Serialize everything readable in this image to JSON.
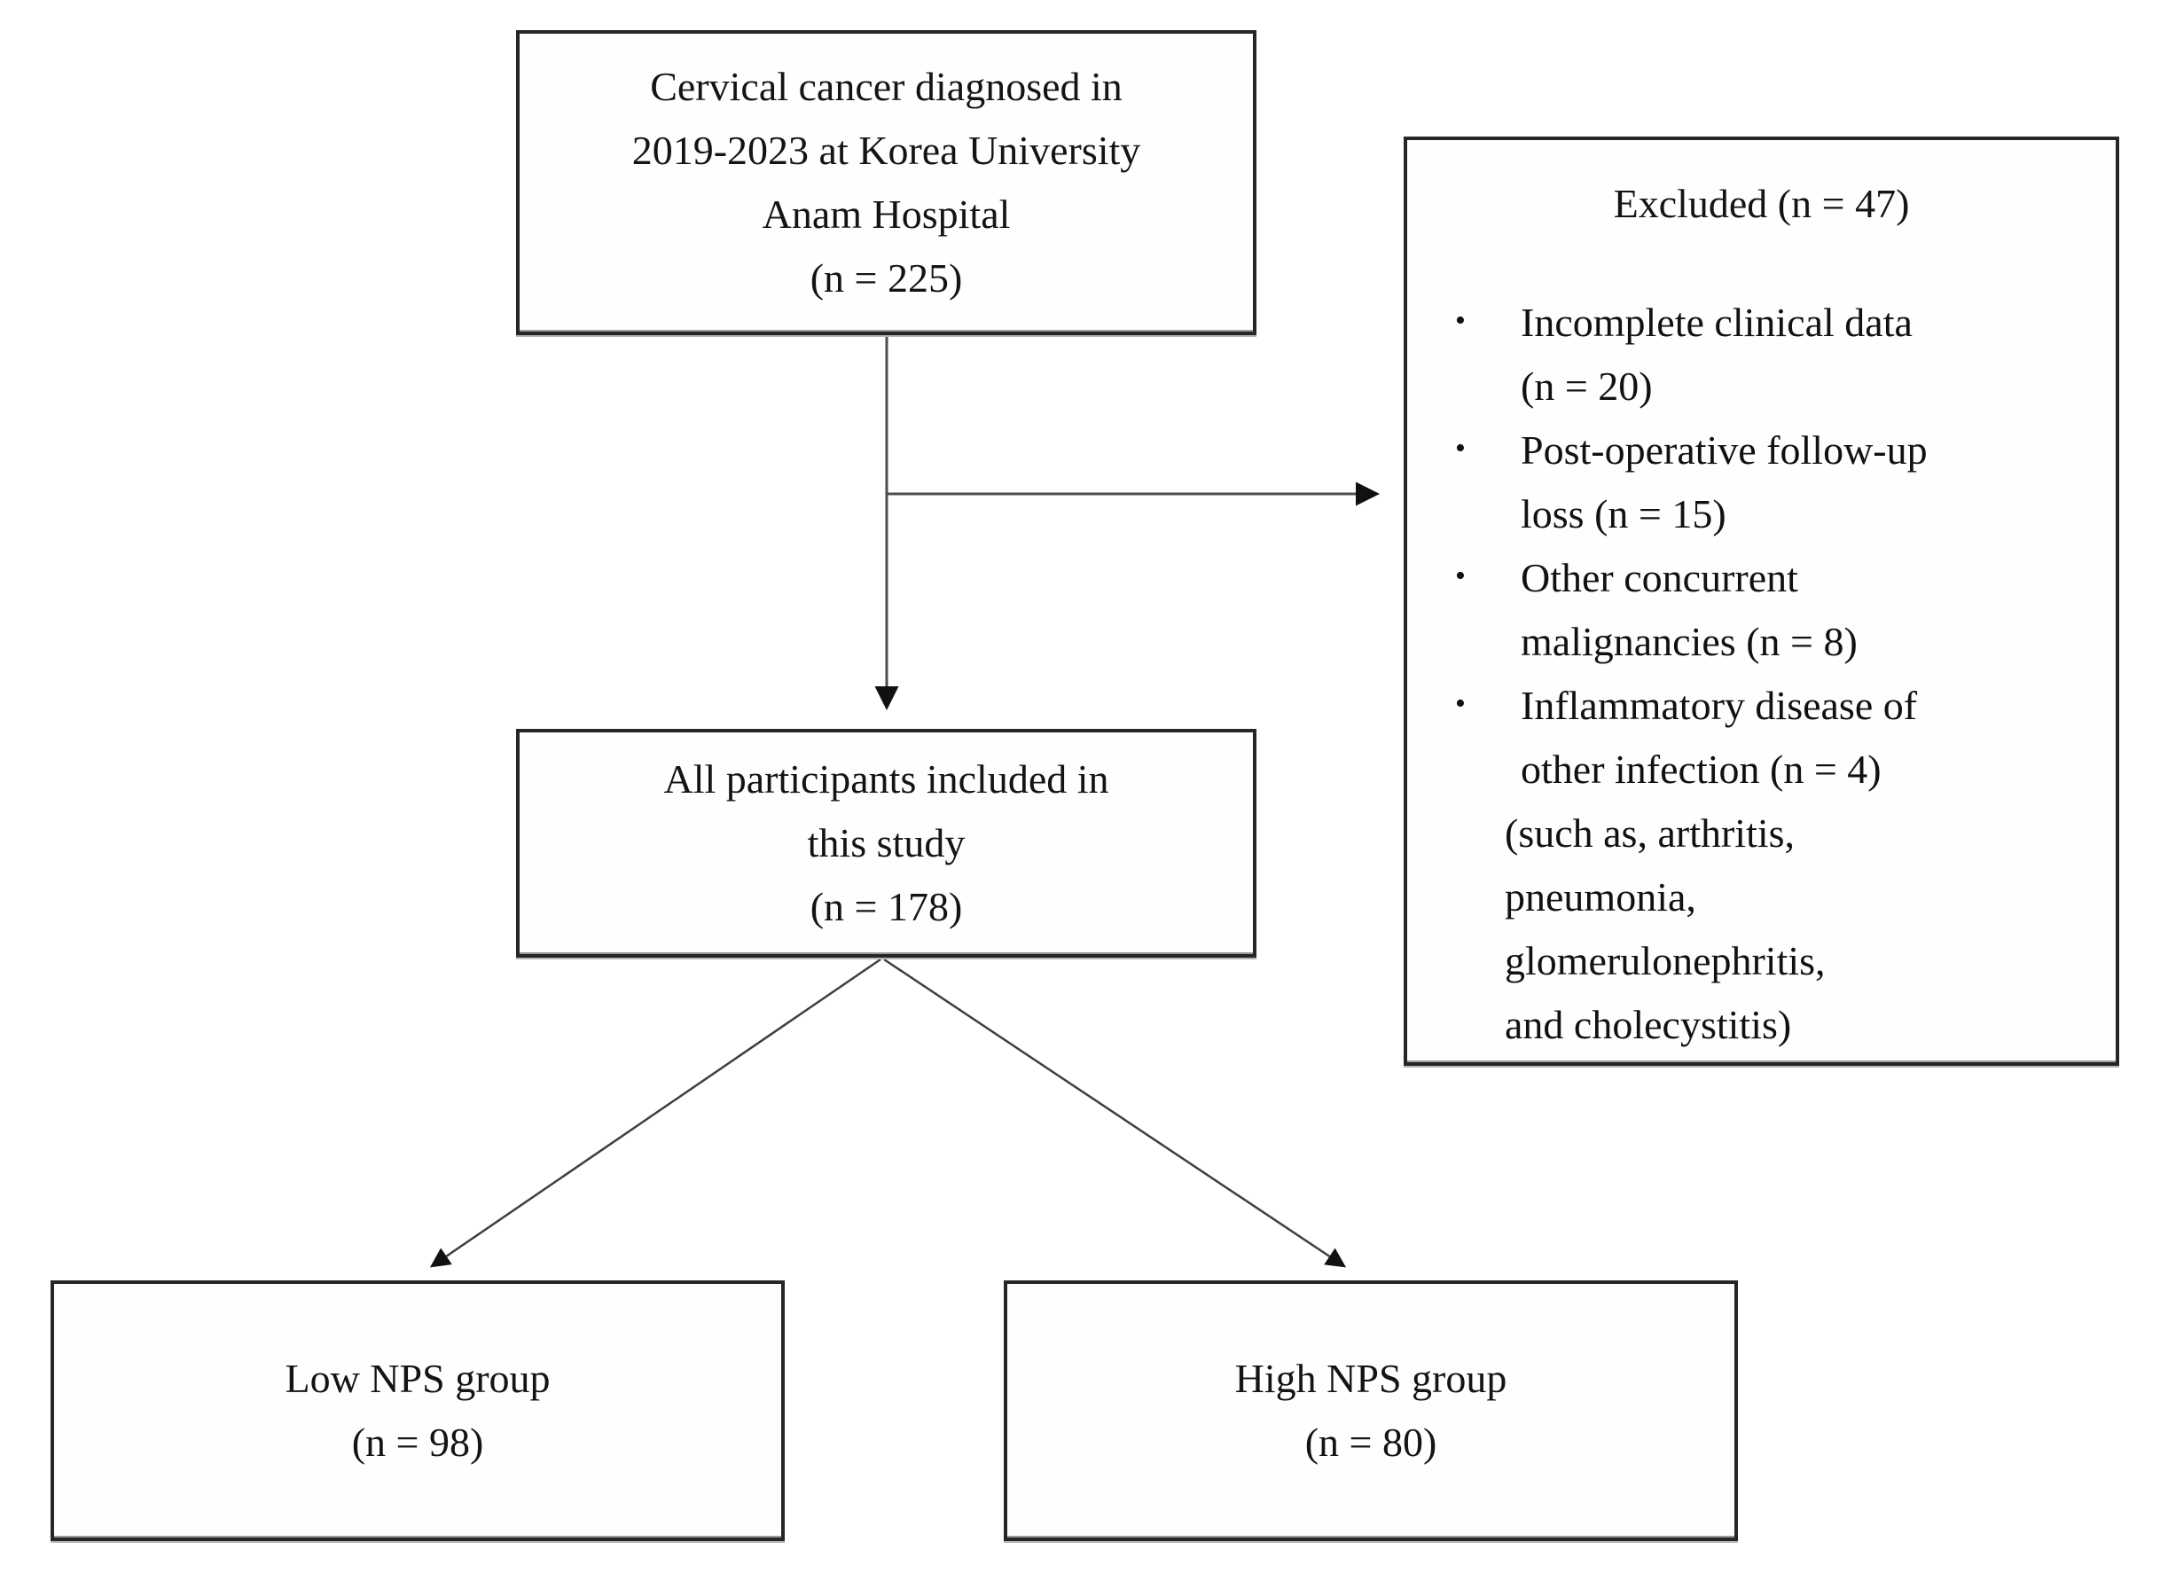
{
  "figure": {
    "type": "study-flow-diagram",
    "colors": {
      "background": "#ffffff",
      "box_border": "#262626",
      "text_ink": "#141414",
      "connector_line": "#4d4d4d",
      "arrowhead": "#111111"
    },
    "bullet_glyph": "•"
  },
  "boxes": {
    "source": {
      "lines": [
        "Cervical cancer diagnosed in",
        "2019-2023 at Korea University",
        "Anam Hospital",
        "(n = 225)"
      ]
    },
    "excluded": {
      "title": "Excluded (n = 47)",
      "items": [
        {
          "lines": [
            "Incomplete clinical data",
            "(n = 20)"
          ]
        },
        {
          "lines": [
            "Post-operative follow-up",
            "loss (n = 15)"
          ]
        },
        {
          "lines": [
            "Other concurrent",
            "malignancies (n = 8)"
          ]
        },
        {
          "lines": [
            "Inflammatory disease of",
            "other infection (n = 4)"
          ]
        }
      ],
      "note_lines": [
        "(such as, arthritis,",
        "pneumonia,",
        "glomerulonephritis,",
        "and cholecystitis)"
      ]
    },
    "included": {
      "lines": [
        "All participants included in",
        "this study",
        "(n = 178)"
      ]
    },
    "low_nps": {
      "lines": [
        "Low NPS group",
        "(n = 98)"
      ]
    },
    "high_nps": {
      "lines": [
        "High NPS group",
        "(n = 80)"
      ]
    }
  }
}
